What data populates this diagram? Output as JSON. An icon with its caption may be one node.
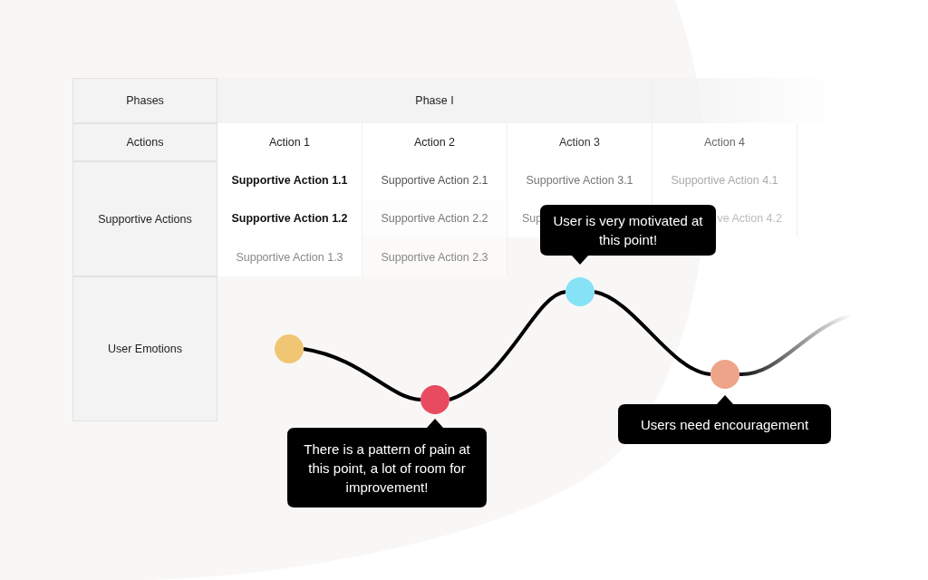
{
  "diagram": {
    "nodes": [
      {
        "text": [],
        "shape": "circle"
      },
      {
        "text": [],
        "shape": "circle"
      },
      {
        "text": [],
        "shape": "circle"
      },
      {
        "text": [],
        "shape": "circle"
      },
      {
        "text": [
          "User is very motivated at this point!"
        ]
      },
      {
        "text": [
          "Users need encouragement"
        ]
      },
      {
        "text": [
          "There is a pattern of pain at this point, a lot of room for improvement!"
        ]
      }
    ],
    "edges": [
      {
        "from": 0,
        "to": 1,
        "arrow": "none"
      },
      {
        "from": 1,
        "to": 2,
        "arrow": "none"
      },
      {
        "from": 2,
        "to": 3,
        "arrow": "none"
      },
      {
        "from": 3,
        "to": null,
        "arrow": "none"
      }
    ],
    "labels": [
      "Phases",
      "Phase I",
      "Actions",
      "Action 1",
      "Action 2",
      "Action 3",
      "Action 4",
      "Supportive Actions",
      "Supportive Action 1.1",
      "Supportive Action 2.1",
      "Supportive Action 3.1",
      "Supportive Action 4.1",
      "Supportive Action 1.2",
      "Supportive Action 2.2",
      "Sup",
      "ve Action 4.2",
      "Supportive Action 1.3",
      "Supportive Action 2.3",
      "User Emotions"
    ]
  }
}
